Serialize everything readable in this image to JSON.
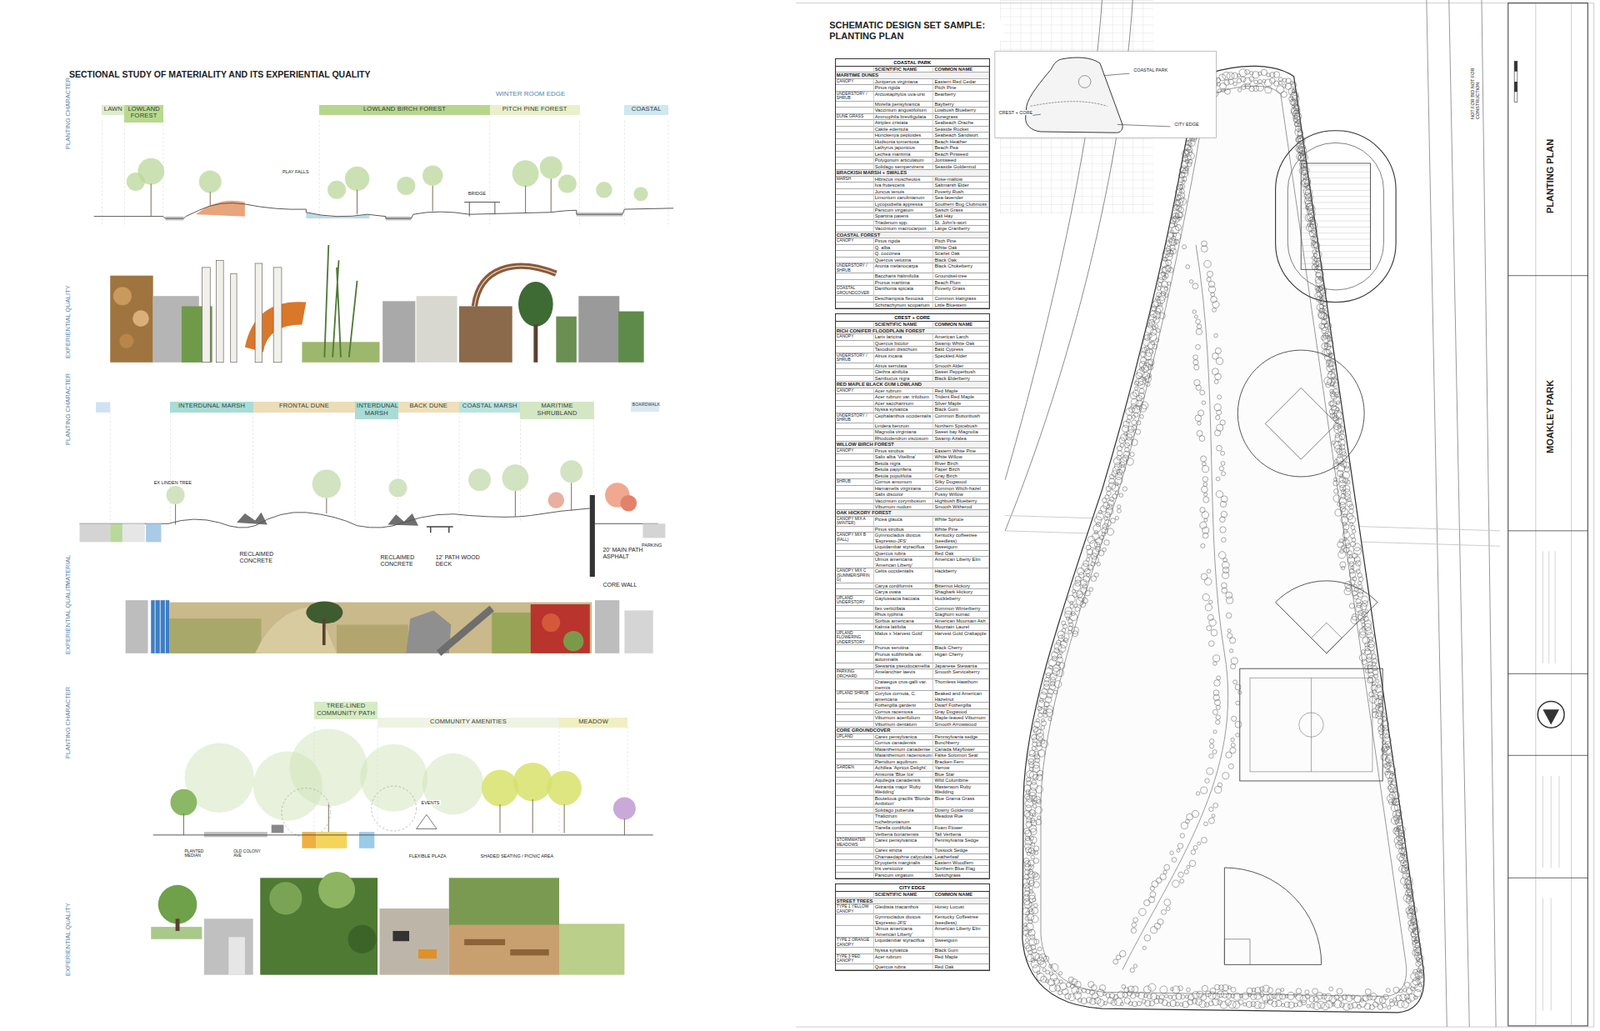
{
  "diagram": {
    "title": "SECTIONAL STUDY OF MATERIALITY AND ITS EXPERIENTIAL QUALITY",
    "nodes": [
      {
        "text": [
          "LAWN"
        ]
      },
      {
        "text": [
          "LOWLAND FOREST"
        ]
      },
      {
        "text": [
          "LOWLAND BIRCH FOREST"
        ]
      },
      {
        "text": [
          "PITCH PINE FOREST"
        ]
      },
      {
        "text": [
          "COASTAL"
        ]
      },
      {
        "text": [
          "INTERDUNAL MARSH"
        ]
      },
      {
        "text": [
          "FRONTAL DUNE"
        ]
      },
      {
        "text": [
          "INTERDUNAL MARSH"
        ]
      },
      {
        "text": [
          "BACK DUNE"
        ]
      },
      {
        "text": [
          "COASTAL MARSH"
        ]
      },
      {
        "text": [
          "MARITIME SHRUBLAND"
        ]
      },
      {
        "text": [
          "BOARDWALK"
        ]
      },
      {
        "text": [
          "TREE-LINED COMMUNITY PATH"
        ]
      },
      {
        "text": [
          "COMMUNITY AMENITIES"
        ]
      },
      {
        "text": [
          "MEADOW"
        ]
      },
      {
        "text": [
          "COASTAL PARK",
          "SCIENTIFIC NAME",
          "COMMON NAME",
          "MARITIME DUNES",
          "CANOPY",
          "Juniperus virginiana",
          "Eastern Red Cedar",
          "Pinus rigida",
          "Pitch Pine",
          "UNDERSTORY / SHRUB",
          "Arctostaphylos uva-ursi",
          "Bearberry",
          "Morella pensylvanica",
          "Bayberry",
          "Vaccinium angustifolium",
          "Lowbush Blueberry",
          "DUNE GRASS",
          "Ammophila breviligulata",
          "Dunegrass",
          "Atriplex cristata",
          "Seabeach Orache",
          "Cakile edentula",
          "Seaside Rocket",
          "Honckenya peploides",
          "Seabeach Sandwort",
          "Hudsonia tomentosa",
          "Beach Heather",
          "Lathyrus japonicus",
          "Beach Pea",
          "Lechea maritima",
          "Beach Pinweed",
          "Polygonum articulatum",
          "Jointweed",
          "Solidago sempervirens",
          "Seaside Goldenrod",
          "BRACKISH MARSH + SWALES",
          "MARSH",
          "Hibiscus moscheutos",
          "Rose-mallow",
          "Iva frutescens",
          "Saltmarsh Elder",
          "Juncus tenuis",
          "Poverty Rush",
          "Limonium carolinianum",
          "Sea-lavender",
          "Lycopodiella appressa",
          "Southern Bog Clubmoss",
          "Panicum virgatum",
          "Switch Grass",
          "Spartina patens",
          "Salt Hay",
          "Triadenum spp.",
          "St. John's-wort",
          "Vaccinium macrocarpon",
          "Large Cranberry",
          "COASTAL FOREST",
          "CANOPY",
          "Pinus rigida",
          "Pitch Pine",
          "Q. alba",
          "White Oak",
          "Q. coccinea",
          "Scarlet Oak",
          "Quercus velutina",
          "Black Oak",
          "UNDERSTORY / SHRUB",
          "Aronia melanocarpa",
          "Black Chokeberry",
          "Baccharis halimifolia",
          "Groundsel-tree",
          "Prunus maritima",
          "Beach Plum",
          "COASTAL GROUNDCOVER",
          "Danthonia spicata",
          "Poverty Grass",
          "Deschampsia flexuosa",
          "Common Hairgrass",
          "Schizachyrium scoparium",
          "Little Bluestem"
        ]
      },
      {
        "text": [
          "CREST + CORE",
          "SCIENTIFIC NAME",
          "COMMON NAME",
          "RICH CONIFER FLOODPLAIN FOREST",
          "CANOPY",
          "Larix laricina",
          "American Larch",
          "Quercus bicolor",
          "Swamp White Oak",
          "Taxodium distichum",
          "Bald Cypress",
          "UNDERSTORY / SHRUB",
          "Alnus incana",
          "Speckled Alder",
          "Alnus serrulata",
          "Smooth Alder",
          "Clethra alnifolia",
          "Sweet Pepperbush",
          "Sambucus nigra",
          "Black Elderberry",
          "RED MAPLE BLACK GUM LOWLAND",
          "CANOPY",
          "Acer rubrum",
          "Red Maple",
          "Acer rubrum var. trilobum",
          "Trident Red Maple",
          "Acer saccharinum",
          "Silver Maple",
          "Nyssa sylvatica",
          "Black Gum",
          "UNDERSTORY / SHRUB",
          "Cephalanthus occidentalis",
          "Common Buttonbush",
          "Lindera benzoin",
          "Northern Spicebush",
          "Magnolia virginiana",
          "Sweet bay Magnolia",
          "Rhododendron viscosum",
          "Swamp Azalea",
          "WILLOW BIRCH FOREST",
          "CANOPY",
          "Pinus strobus",
          "Eastern White Pine",
          "Salix alba 'Vitellina'",
          "White Willow",
          "Betula nigra",
          "River Birch",
          "Betula papyrifera",
          "Paper Birch",
          "Betula populifolia",
          "Gray Birch",
          "SHRUB",
          "Cornus amomum",
          "Silky Dogwood",
          "Hamamelis virginiana",
          "Common Witch-hazel",
          "Salix discolor",
          "Pussy Willow",
          "Vaccinium corymbosum",
          "Highbush Blueberry",
          "Viburnum nudum",
          "Smooth Witherod",
          "OAK HICKORY FOREST",
          "CANOPY MIX A (WINTER)",
          "Picea glauca",
          "White Spruce",
          "Pinus strobus",
          "White Pine",
          "CANOPY MIX B (FALL)",
          "Gymnocladus dioicus 'Espresso-JFS'",
          "Kentucky coffeetree (seedless)",
          "Liquidambar styraciflua",
          "Sweetgum",
          "Quercus rubra",
          "Red Oak",
          "Ulmus americana 'American Liberty'",
          "American Liberty Elm",
          "CANOPY MIX C (SUMMER/SPRING)",
          "Celtis occidentalis",
          "Hackberry",
          "Carya cordiformis",
          "Bitternut Hickory",
          "Carya ovata",
          "Shagbark Hickory",
          "UPLAND UNDERSTORY",
          "Gaylussacia baccata",
          "Huckleberry",
          "Ilex verticillata",
          "Common Winterberry",
          "Rhus typhina",
          "Staghorn sumac",
          "Sorbus americana",
          "American Mountain Ash",
          "Kalmia latifolia",
          "Mountain Laurel",
          "UPLAND FLOWERING UNDERSTORY",
          "Malus x 'Harvest Gold'",
          "Harvest Gold Crabapple",
          "Prunus serotina",
          "Black Cherry",
          "Prunus subhirtella var. autumnalis",
          "Higan Cherry",
          "Stewartia pseudocamellia",
          "Japanese Stewartia",
          "PARKING ORCHARD",
          "Amelanchier laevis",
          "Smooth Serviceberry",
          "Crataegus crus-galli var. inermis",
          "Thornless Hawthorn",
          "UPLAND SHRUB",
          "Corylus cornuta, C. americana",
          "Beaked and American Hazelnut",
          "Fothergilla gardenii",
          "Dwarf Fothergilla",
          "Cornus racemosa",
          "Gray Dogwood",
          "Viburnum acerifolium",
          "Maple-leaved Viburnum",
          "Viburnum dentatum",
          "Smooth Arrowwood",
          "CORE GROUNDCOVER",
          "UPLAND",
          "Carex pensylvanica",
          "Pennsylvania sedge",
          "Cornus canadensis",
          "Bunchberry",
          "Maianthemum canadense",
          "Canada Mayflower",
          "Maianthemum racemosum",
          "False Solomon Seal",
          "Pteridium aquilinum",
          "Bracken Fern",
          "GARDEN",
          "Achillea 'Apricot Delight'",
          "Yarrow",
          "Amsonia 'Blue Ice'",
          "Blue Star",
          "Aquilegia canadensis",
          "Wild Columbine",
          "Astrantia major 'Ruby Wedding'",
          "Masterwort Ruby Wedding",
          "Bouteloua gracilis 'Blonde Ambition'",
          "Blue Grama Grass",
          "Solidago puberula",
          "Downy Goldenrod",
          "Thalictrum rochebrunianum",
          "Meadow Rue",
          "Tiarella cordifolia",
          "Foam Flower",
          "Verbena bonariensis",
          "Tall Verbena",
          "STORMWATER MEADOWS",
          "Carex pensylvanica",
          "Pennsylvania Sedge",
          "Carex stricta",
          "Tussock Sedge",
          "Chamaedaphne calyculata",
          "Leatherleaf",
          "Dryopteris marginalis",
          "Eastern Woodfern",
          "Iris versicolor",
          "Northern Blue Flag",
          "Panicum virgatum",
          "Switchgrass"
        ]
      },
      {
        "text": [
          "CITY EDGE",
          "SCIENTIFIC NAME",
          "COMMON NAME",
          "STREET TREES",
          "TYPE 1 YELLOW CANOPY",
          "Gleditsia triacanthos",
          "Honey Locust",
          "Gymnocladus dioicus 'Espresso-JFS'",
          "Kentucky Coffeetree (seedless)",
          "Ulmus americana 'American Liberty'",
          "American Liberty Elm",
          "TYPE 2 ORANGE CANOPY",
          "Liquidambar styraciflua",
          "Sweetgum",
          "Nyssa sylvatica",
          "Black Gum",
          "TYPE 3 RED CANOPY",
          "Acer rubrum",
          "Red Maple",
          "Quercus rubra",
          "Red Oak"
        ]
      }
    ],
    "labels": [
      "SCHEMATIC DESIGN SET SAMPLE: PLANTING PLAN",
      "WINTER ROOM EDGE",
      "PLANTING CHARACTER",
      "EXPERIENTIAL QUALITY",
      "PLANTING CHARACTER",
      "MATERIAL",
      "EXPERIENTIAL QUALITY",
      "PLANTING CHARACTER",
      "EXPERIENTIAL QUALITY",
      "PLAY FALLS",
      "BRIDGE",
      "EX LINDEN TREE",
      "RECLAIMED CONCRETE",
      "RECLAIMED CONCRETE",
      "12' PATH WOOD DECK",
      "20' MAIN PATH ASPHALT",
      "CORE WALL",
      "PARKING",
      "EVENTS",
      "PLANTED MEDIAN",
      "OLD COLONY AVE",
      "FLEXIBLE PLAZA",
      "SHADED SEATING / PICNIC AREA",
      "COASTAL PARK",
      "CREST + CORE",
      "CITY EDGE",
      "NOT FOR BID NOT FOR CONSTRUCTION",
      "PLANTING PLAN",
      "MOAKLEY PARK"
    ]
  }
}
